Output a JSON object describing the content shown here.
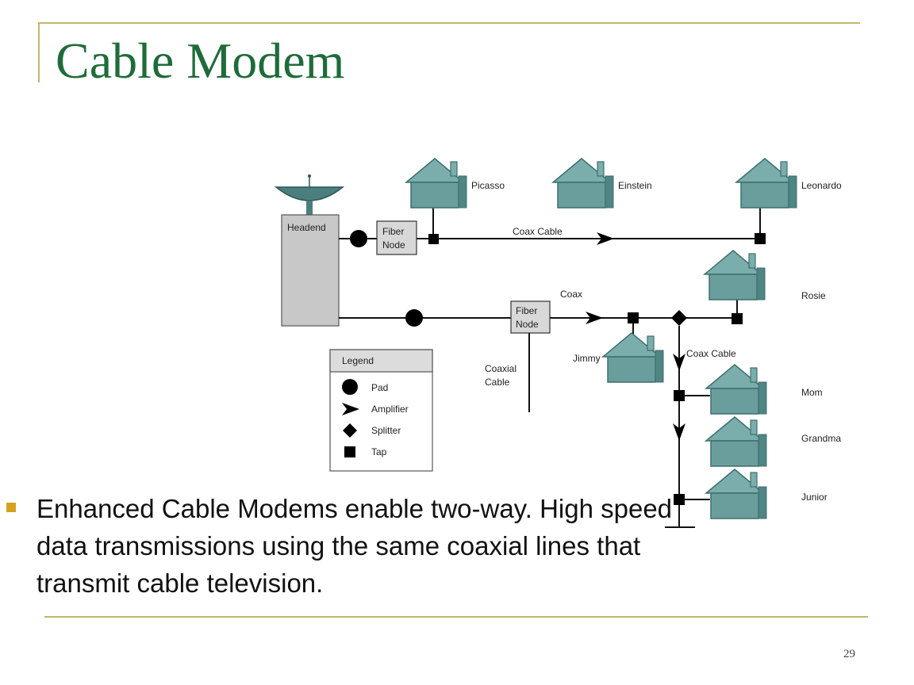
{
  "slide": {
    "title": "Cable Modem",
    "page_number": "29",
    "bullet": "Enhanced Cable Modems enable two-way. High speed data transmissions using the same coaxial lines that transmit cable television."
  },
  "diagram": {
    "headend": "Headend",
    "fiber_node_1": [
      "Fiber",
      "Node"
    ],
    "fiber_node_2": [
      "Fiber",
      "Node"
    ],
    "coax_cable_top": "Coax Cable",
    "coax": "Coax",
    "coax_cable_branch": "Coax Cable",
    "coaxial_cable": [
      "Coaxial",
      "Cable"
    ],
    "houses": {
      "picasso": "Picasso",
      "einstein": "Einstein",
      "leonardo": "Leonardo",
      "rosie": "Rosie",
      "jimmy": "Jimmy",
      "mom": "Mom",
      "grandma": "Grandma",
      "junior": "Junior"
    },
    "legend": {
      "title": "Legend",
      "items": [
        "Pad",
        "Amplifier",
        "Splitter",
        "Tap"
      ]
    },
    "colors": {
      "house": "#6a9e9c",
      "house_dark": "#3f6f6d",
      "headend": "#c8c8c8",
      "legend_header": "#dcdcdc"
    }
  }
}
